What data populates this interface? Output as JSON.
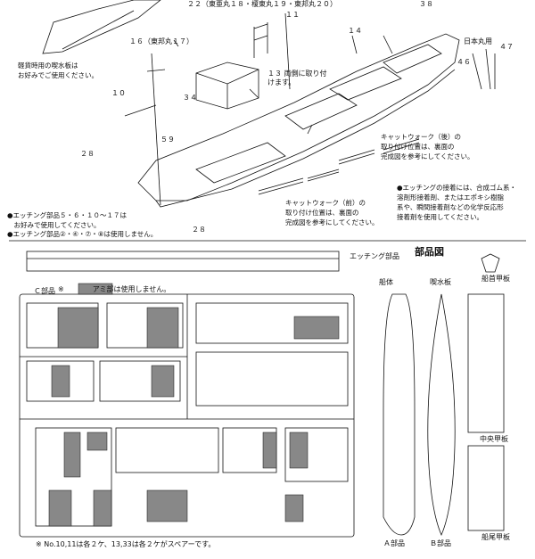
{
  "assembly": {
    "labels_top": {
      "l22": "２２（東亜丸１８・榎東丸１９・東邦丸２０）",
      "l11": "１１",
      "l38": "３８",
      "l14": "１４",
      "l16": "１６（東邦丸１７）",
      "l13": "１３ 両側に取り付けます。",
      "l10": "１０",
      "l34": "３４",
      "l59": "５９",
      "l28a": "２８",
      "l28b": "２８",
      "l46": "４６",
      "l47": "４７",
      "nihon": "日本丸用"
    },
    "notes": {
      "wake": "軽貨時用の喫水板は\nお好みでご使用ください。",
      "catwalk_rear": "キャットウォーク（後）の\n取り付け位置は、裏面の\n完成図を参考にしてください。",
      "catwalk_front": "キャットウォーク（前）の\n取り付け位置は、裏面の\n完成図を参考にしてください。",
      "adhesive": "●エッチングの接着には、合成ゴム系・\n溶剤形接着剤、またはエポキシ樹脂\n系や、瞬間接着剤などの化学反応形\n接着剤を使用してください。",
      "etching1": "●エッチング部品５・６・１０～１７は\n　お好みで使用してください。",
      "etching2": "●エッチング部品②・④・⑦・⑧は使用しません。"
    }
  },
  "parts": {
    "title": "部品図",
    "etching_label": "エッチング部品",
    "c_label": "Ｃ部品",
    "notice": "※　　　　アミ部は使用しません。",
    "hull_label": "船体",
    "draft_label": "喫水板",
    "bow_label": "船首甲板",
    "center_label": "中央甲板",
    "stern_label": "船尾甲板",
    "a_label": "Ａ部品",
    "b_label": "Ｂ部品",
    "footer": "※ No.10,11は各２ケ、13,33は各２ケがスペアーです。"
  }
}
